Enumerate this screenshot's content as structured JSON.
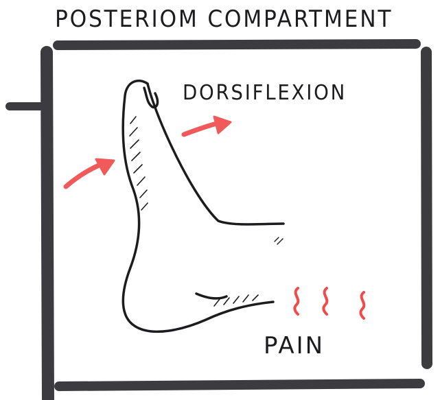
{
  "diagram": {
    "title": "POSTERIOM COMPARTMENT",
    "labels": {
      "dorsiflexion": "DORSIFLEXION",
      "pain": "PAIN"
    },
    "colors": {
      "ink": "#1c1c1f",
      "frame": "#3b3b40",
      "arrow": "#f05a5a",
      "pain_squiggle": "#f04a4a",
      "background": "#ffffff"
    },
    "icons": [
      "foot-drawing",
      "arrow-up-right",
      "pain-squiggle"
    ]
  }
}
